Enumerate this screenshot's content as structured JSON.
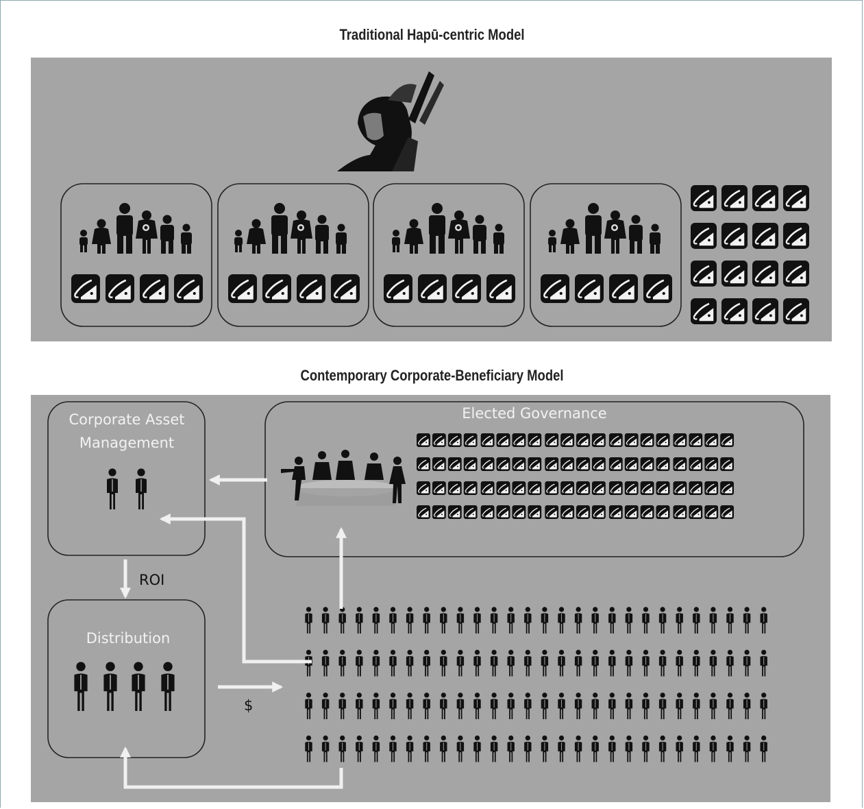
{
  "traditional": {
    "title": "Traditional Hapū-centric Model",
    "figure_icon": "warrior-chief-icon",
    "family_icon": "family-group-icon",
    "fishing_icon": "fishing-hook-icon",
    "family_groups": 4,
    "fishing_icons_per_family": 4,
    "extra_fishing_grid": {
      "rows": 4,
      "cols": 4
    }
  },
  "contemporary": {
    "title": "Contemporary Corporate-Beneficiary Model",
    "corporate": {
      "title_line1": "Corporate Asset",
      "title_line2": "Management",
      "people": 2
    },
    "governance": {
      "title": "Elected Governance",
      "icon": "boardroom-meeting-icon",
      "fishing_grid": {
        "rows": 4,
        "cols": 20
      }
    },
    "distribution": {
      "title": "Distribution",
      "people": 4
    },
    "beneficiaries": {
      "rows": 4,
      "cols": 28,
      "icon": "person-icon"
    },
    "roi_label": "ROI",
    "dollar_label": "$"
  },
  "colors": {
    "panel_gray": "#a5a5a5",
    "box_stroke": "#222222",
    "arrow": "#f0f0f0",
    "icon_dark": "#111111"
  }
}
